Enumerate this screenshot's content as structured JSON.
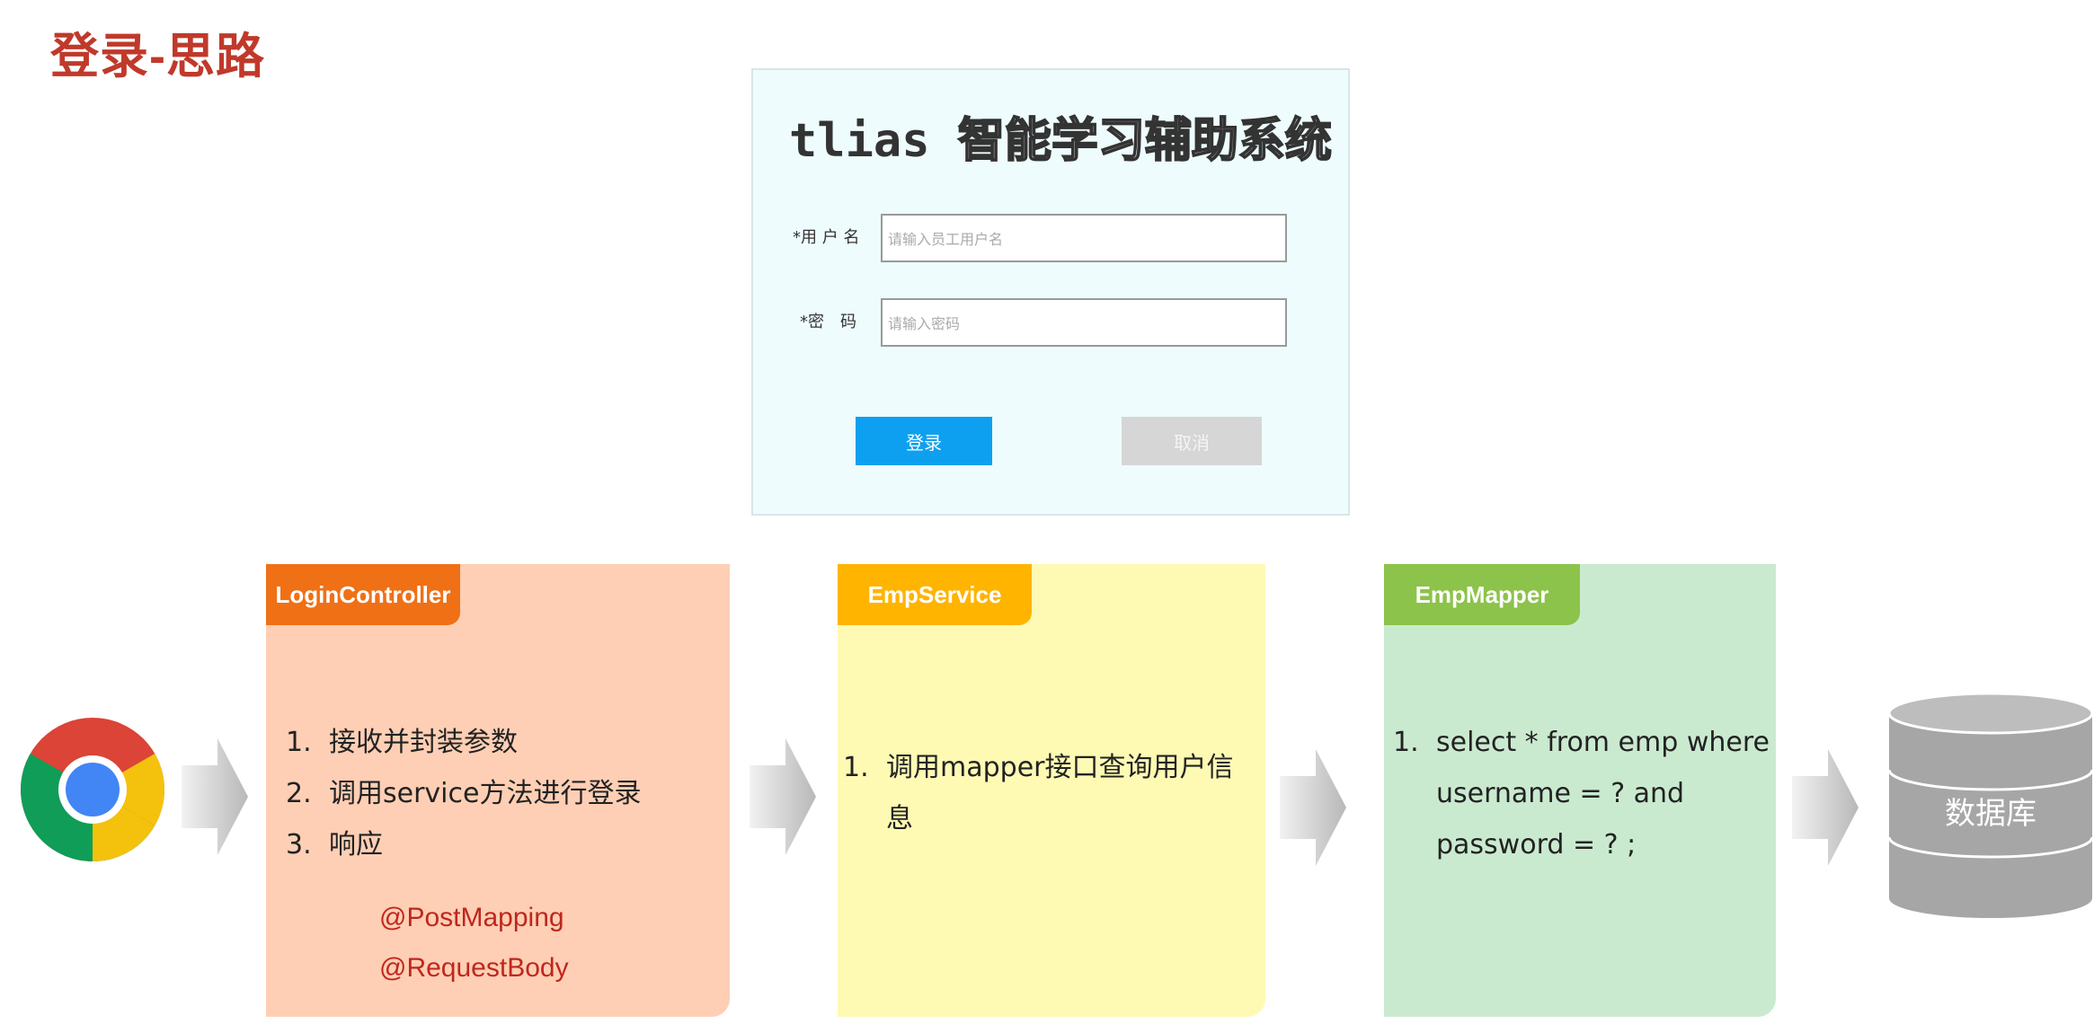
{
  "slide": {
    "title": "登录-思路"
  },
  "login_form": {
    "app_title_prefix": "tlias",
    "app_title_suffix": "智能学习辅助系统",
    "username_label": "*用 户 名",
    "username_placeholder": "请输入员工用户名",
    "password_label": "*密　码",
    "password_placeholder": "请输入密码",
    "login_label": "登录",
    "cancel_label": "取消"
  },
  "layers": [
    {
      "name": "LoginController",
      "steps": [
        "接收并封装参数",
        "调用service方法进行登录",
        "响应"
      ],
      "annotations": [
        "@PostMapping",
        "@RequestBody"
      ]
    },
    {
      "name": "EmpService",
      "steps": [
        "调用mapper接口查询用户信息"
      ]
    },
    {
      "name": "EmpMapper",
      "steps": [
        "select * from emp where username = ? and password = ? ;"
      ]
    }
  ],
  "database": {
    "label": "数据库"
  },
  "icons": [
    "chrome-browser-icon",
    "arrow-right-icon",
    "database-icon"
  ],
  "colors": {
    "title": "#c0392b",
    "controller_tag": "#f07016",
    "controller_body": "#fecfb4",
    "service_tag": "#ffb400",
    "service_body": "#fefab4",
    "mapper_tag": "#8cc34a",
    "mapper_body": "#caead0",
    "login_button": "#0ea0f0",
    "annotation": "#c0261e"
  }
}
